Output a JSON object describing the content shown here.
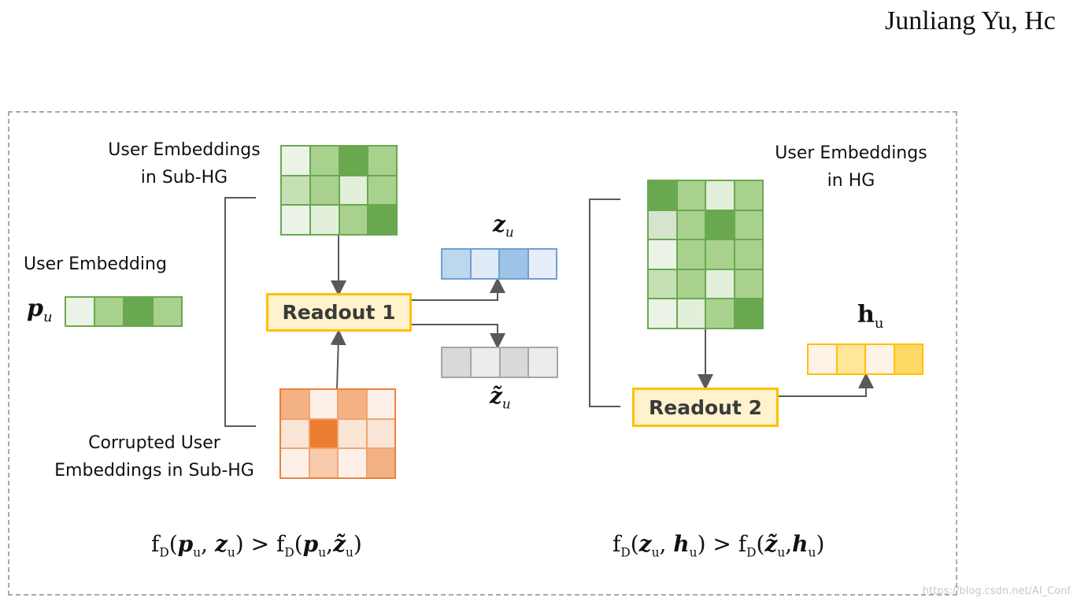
{
  "header": {
    "author_text": "Junliang Yu, Hc"
  },
  "labels": {
    "user_emb_subhg_line1": "User Embeddings",
    "user_emb_subhg_line2": "in Sub-HG",
    "user_embedding": "User Embedding",
    "corrupted_line1": "Corrupted User",
    "corrupted_line2": "Embeddings in Sub-HG",
    "user_emb_hg_line1": "User Embeddings",
    "user_emb_hg_line2": "in HG"
  },
  "symbols": {
    "p_main": "p",
    "p_sub": "u",
    "z_main": "z",
    "z_sub": "u",
    "ztilde_main": "z̃",
    "ztilde_sub": "u",
    "h_main": "h",
    "h_sub": "u"
  },
  "readouts": {
    "readout1": "Readout 1",
    "readout2": "Readout 2"
  },
  "formulas": {
    "left": {
      "f1": "f",
      "d1": "D",
      "open1": "(",
      "a1": "p",
      "a1s": "u",
      "comma1": ", ",
      "b1": "z",
      "b1s": "u",
      "close1": ")",
      "gt": " > ",
      "f2": "f",
      "d2": "D",
      "open2": "(",
      "a2": "p",
      "a2s": "u",
      "comma2": ",",
      "b2": "z̃",
      "b2s": "u",
      "close2": ")"
    },
    "right": {
      "f1": "f",
      "d1": "D",
      "open1": "(",
      "a1": "z",
      "a1s": "u",
      "comma1": ", ",
      "b1": "h",
      "b1s": "u",
      "close1": ")",
      "gt": " > ",
      "f2": "f",
      "d2": "D",
      "open2": "(",
      "a2": "z̃",
      "a2s": "u",
      "comma2": ",",
      "b2": "h",
      "b2s": "u",
      "close2": ")"
    }
  },
  "watermark": "https://blog.csdn.net/AI_Conf",
  "colors": {
    "green_dark": "#6aa84f",
    "green_mid": "#a9d18e",
    "green_light": "#c5e0b4",
    "green_pale": "#e2efda",
    "green_paler": "#eaf3e6",
    "orange_dark": "#ed7d31",
    "orange_mid": "#f4b183",
    "orange_light": "#f8cbad",
    "orange_pale": "#fbe5d6",
    "orange_paler": "#fdf0e9",
    "blue_dark": "#9dc3e6",
    "blue_mid": "#bdd7ee",
    "blue_pale": "#deebf7",
    "blue_paler": "#e8eef8",
    "gray_mid": "#d9d9d9",
    "gray_pale": "#ececec",
    "yellow_dark": "#ffd966",
    "yellow_mid": "#ffe699",
    "yellow_pale": "#fff2e6",
    "readout_fill": "#fff2cc",
    "readout_border": "#ffc000",
    "frame_border": "#a8a8a8",
    "arrow": "#595959"
  }
}
